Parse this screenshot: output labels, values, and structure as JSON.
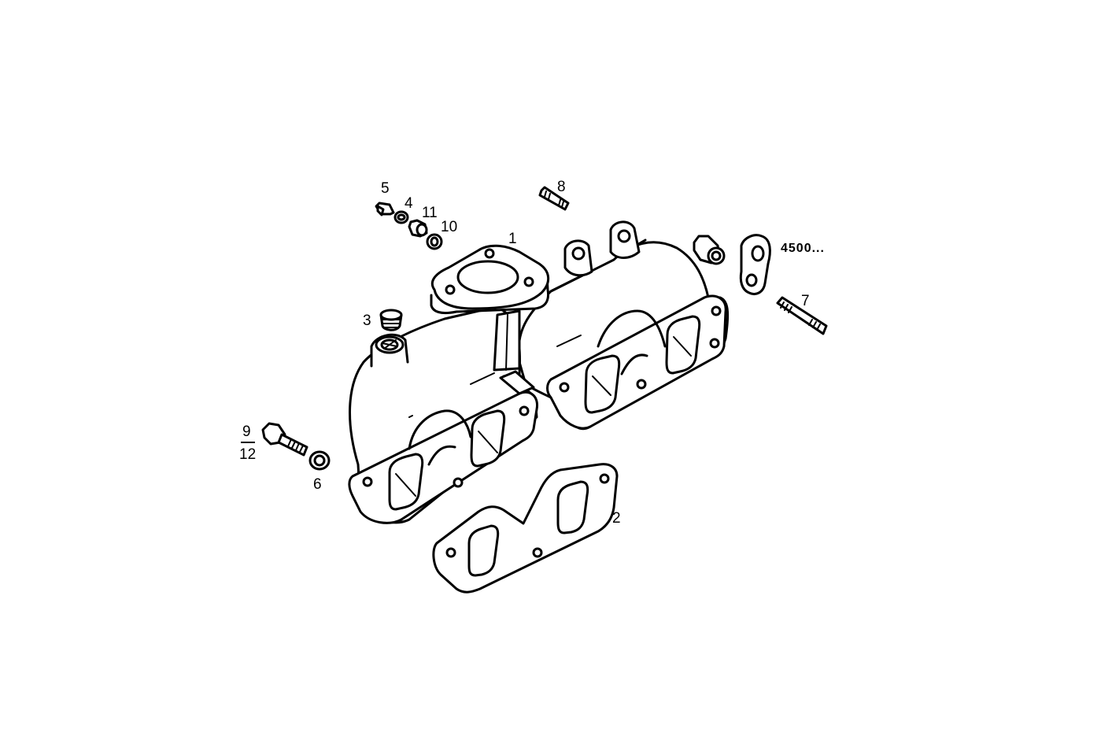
{
  "diagram": {
    "colors": {
      "line": "#000000",
      "background": "#ffffff"
    },
    "labels": {
      "p1": "1",
      "p2": "2",
      "p3": "3",
      "p4": "4",
      "p5": "5",
      "p6": "6",
      "p7": "7",
      "p8": "8",
      "p9": "9",
      "p10": "10",
      "p11": "11",
      "p12": "12",
      "variant": "4500..."
    }
  }
}
